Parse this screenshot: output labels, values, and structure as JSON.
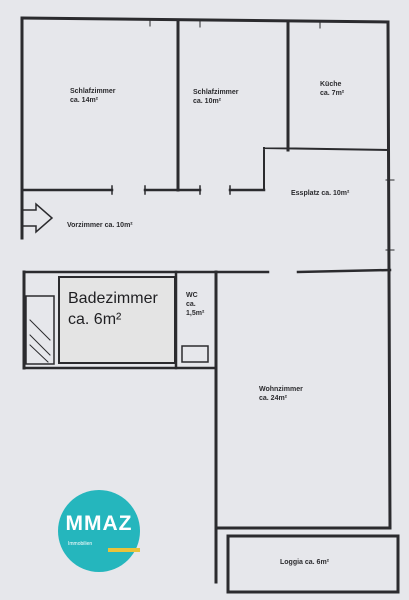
{
  "rooms": {
    "schlafzimmer1": {
      "name": "Schlafzimmer",
      "area": "ca. 14m²"
    },
    "schlafzimmer2": {
      "name": "Schlafzimmer",
      "area": "ca. 10m²"
    },
    "kueche": {
      "name": "Küche",
      "area": "ca. 7m²"
    },
    "essplatz": {
      "label": "Essplatz ca. 10m²"
    },
    "vorzimmer": {
      "label": "Vorzimmer ca. 10m²"
    },
    "badezimmer": {
      "name": "Badezimmer",
      "area": "ca. 6m²"
    },
    "wc": {
      "name": "WC",
      "line2": "ca.",
      "area": "1,5m²"
    },
    "wohnzimmer": {
      "name": "Wohnzimmer",
      "area": "ca. 24m²"
    },
    "loggia": {
      "label": "Loggia ca. 6m²"
    }
  },
  "logo": {
    "brand": "MMAZ",
    "subtitle": "Immobilien",
    "accent": "#25b6bd",
    "bar_color": "#e9c33a"
  },
  "colors": {
    "paper": "#e6e7eb",
    "wall": "#2b2b2e",
    "bath_fill": "#e4e4e4"
  }
}
